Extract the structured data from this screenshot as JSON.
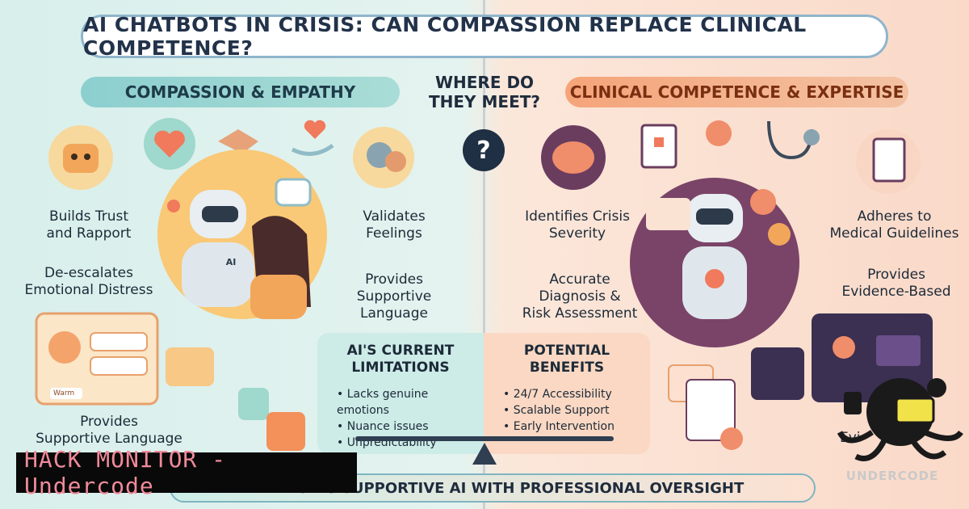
{
  "title": "AI CHATBOTS IN CRISIS: CAN COMPASSION REPLACE CLINICAL COMPETENCE?",
  "left_header": "COMPASSION & EMPATHY",
  "right_header": "CLINICAL COMPETENCE & EXPERTISE",
  "center": {
    "line1": "WHERE DO",
    "line2": "THEY MEET?",
    "question": "?"
  },
  "left_labels": {
    "trust1": "Builds Trust",
    "trust2": "and Rapport",
    "deesc1": "De-escalates",
    "deesc2": "Emotional Distress",
    "valid1": "Validates",
    "valid2": "Feelings",
    "support1": "Provides",
    "support2": "Supportive",
    "support3": "Language",
    "bottom1": "Provides",
    "bottom2": "Supportive Language",
    "warm": "Warm",
    "ai_badge": "AI"
  },
  "right_labels": {
    "ident1": "Identifies Crisis",
    "ident2": "Severity",
    "acc1": "Accurate",
    "acc2": "Diagnosis &",
    "acc3": "Risk Assessment",
    "adh1": "Adheres to",
    "adh2": "Medical Guidelines",
    "evid1": "Provides",
    "evid2": "Evidence-Based",
    "evid_partial": "Evi"
  },
  "limitations": {
    "title1": "AI'S CURRENT",
    "title2": "LIMITATIONS",
    "items": [
      "Lacks genuine emotions",
      "Nuance issues",
      "Unpredictability"
    ]
  },
  "benefits": {
    "title1": "POTENTIAL",
    "title2": "BENEFITS",
    "items": [
      "24/7 Accessibility",
      "Scalable Support",
      "Early Intervention"
    ]
  },
  "banner": "BALANCING SUPPORTIVE AI WITH PROFESSIONAL OVERSIGHT",
  "watermark": "HACK MONITOR - Undercode",
  "logo_text": "UNDERCODE"
}
